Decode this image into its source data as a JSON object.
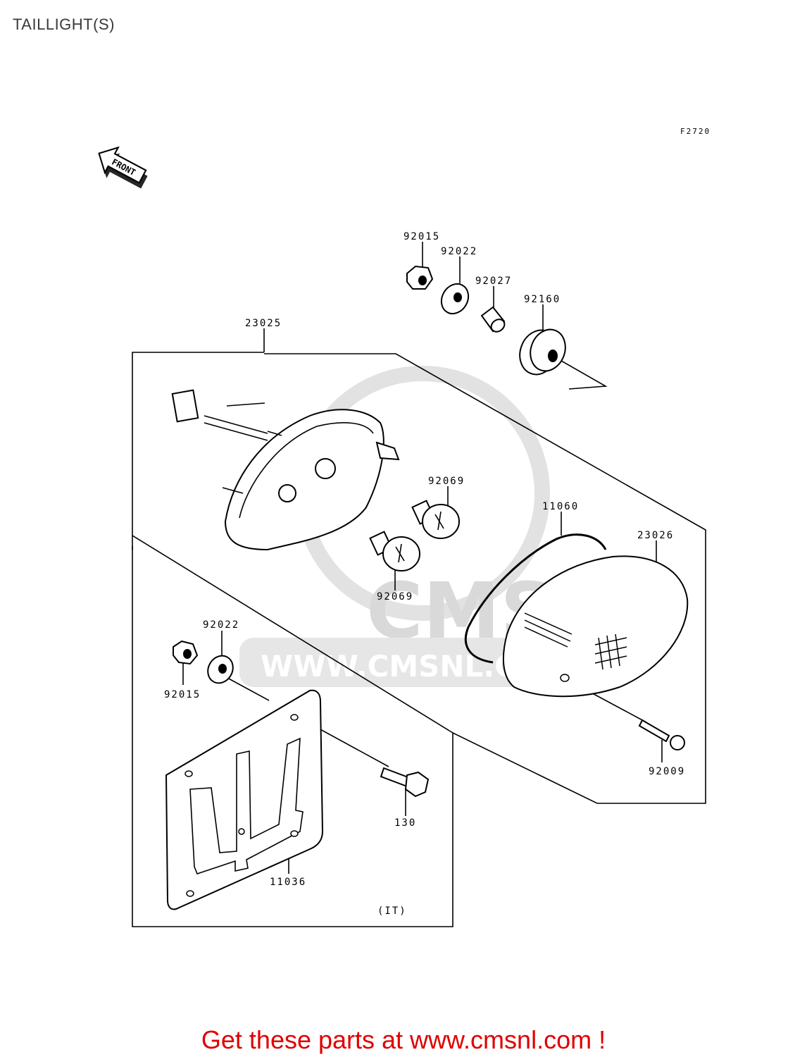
{
  "page": {
    "title": "TAILLIGHT(S)"
  },
  "diagram": {
    "figure_code": "F2720",
    "front_arrow_text": "FRONT",
    "parts": {
      "p92015_top": "92015",
      "p92022_top": "92022",
      "p92027": "92027",
      "p92160": "92160",
      "p23025": "23025",
      "p92069_top": "92069",
      "p92069_bottom": "92069",
      "p11060": "11060",
      "p23026": "23026",
      "p92022_left": "92022",
      "p92015_left": "92015",
      "p92009": "92009",
      "p130": "130",
      "p11036": "11036"
    },
    "region_note": "(IT)",
    "watermark": {
      "brand": "CMS",
      "url": "WWW.CMSNL.COM"
    }
  },
  "footer": {
    "link_text": "Get these parts at www.cmsnl.com !"
  },
  "colors": {
    "footer_red": "#e00000",
    "watermark_gray": "#d9d9d9"
  }
}
